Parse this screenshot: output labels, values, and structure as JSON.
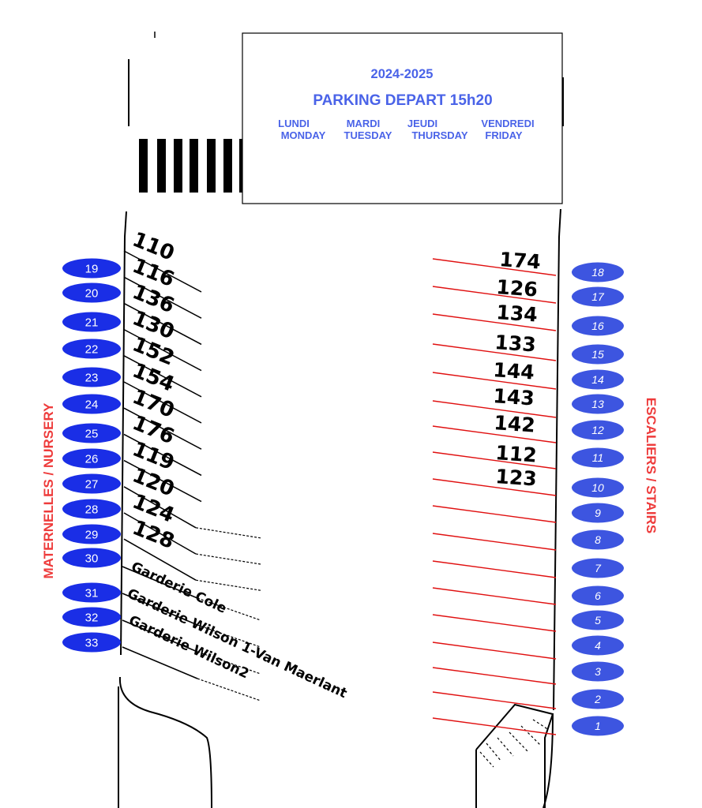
{
  "sign": {
    "year": "2024-2025",
    "title": "PARKING DEPART 15h20",
    "days": [
      {
        "fr": "LUNDI",
        "en": "MONDAY"
      },
      {
        "fr": "MARDI",
        "en": "TUESDAY"
      },
      {
        "fr": "JEUDI",
        "en": "THURSDAY"
      },
      {
        "fr": "VENDREDI",
        "en": "FRIDAY"
      }
    ]
  },
  "left_side_label": "MATERNELLES / NURSERY",
  "right_side_label": "ESCALIERS / STAIRS",
  "left_bus_numbers": [
    "110",
    "116",
    "136",
    "130",
    "152",
    "154",
    "170",
    "176",
    "119",
    "120",
    "124",
    "128"
  ],
  "left_garderie_labels": [
    "Garderie Cole",
    "Garderie Wilson 1-Van Maerlant",
    "Garderie Wilson2"
  ],
  "right_bus_numbers": [
    "174",
    "126",
    "134",
    "133",
    "144",
    "143",
    "142",
    "112",
    "123"
  ],
  "left_spots": [
    "19",
    "20",
    "21",
    "22",
    "23",
    "24",
    "25",
    "26",
    "27",
    "28",
    "29",
    "30",
    "31",
    "32",
    "33"
  ],
  "right_spots": [
    "18",
    "17",
    "16",
    "15",
    "14",
    "13",
    "12",
    "11",
    "10",
    "9",
    "8",
    "7",
    "6",
    "5",
    "4",
    "3",
    "2",
    "1"
  ],
  "colors": {
    "sign_text": "#4a63e8",
    "spot_fill": "#1a2ee6",
    "right_spot_fill": "#3d55e0",
    "side_label": "#ee3b3b",
    "red_lines": "#e01010"
  }
}
